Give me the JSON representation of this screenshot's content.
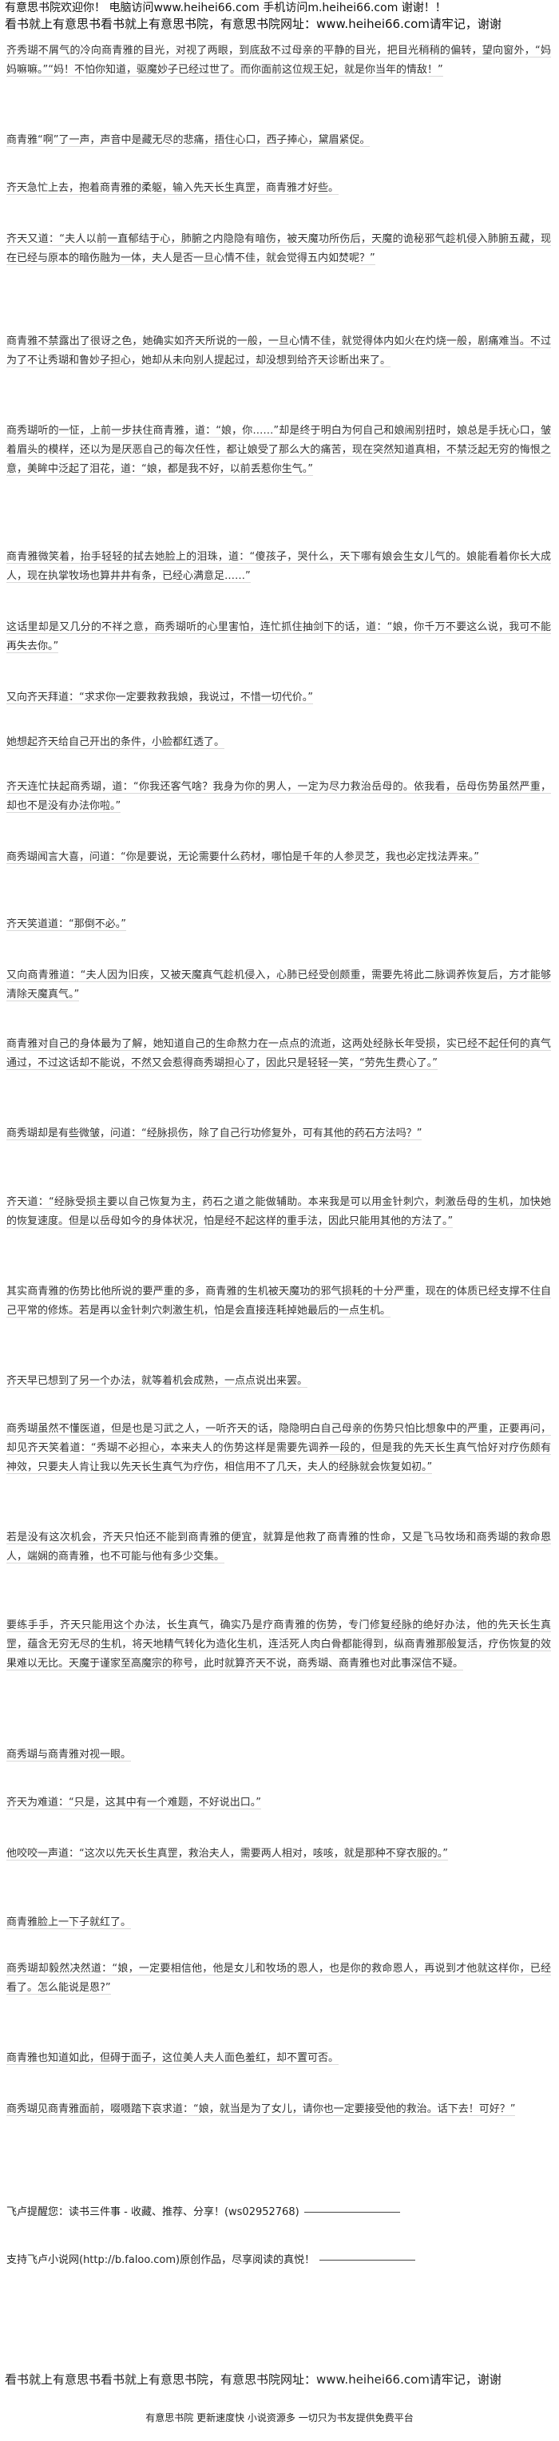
{
  "header": {
    "line1": "有意思书院欢迎你！ 电脑访问www.heihei66.com 手机访问m.heihei66.com 谢谢！！",
    "line2": "看书就上有意思书看书就上有意思书院，有意思书院网址：www.heihei66.com请牢记，谢谢"
  },
  "paragraphs": [
    "齐秀瑚不屑气的冷向商青雅的目光，对视了两眼，到底敌不过母亲的平静的目光，把目光稍稍的偏转，望向窗外，“妈妈嘛嘛。”“妈！不怕你知道，驱魔妙子已经过世了。而你面前这位规王妃，就是你当年的情敌！”",
    "商青雅“啊”了一声，声音中是藏无尽的悲痛，捂住心口，西子捧心，黛眉紧促。",
    "齐天急忙上去，抱着商青雅的柔躯，输入先天长生真罡，商青雅才好些。",
    "齐天又道：“夫人以前一直郁结于心，肺腑之内隐隐有暗伤，被天魔功所伤后，天魔的诡秘邪气趁机侵入肺腑五藏，现在已经与原本的暗伤融为一体，夫人是否一旦心情不佳，就会觉得五内如焚呢？”",
    "商青雅不禁露出了很讶之色，她确实如齐天所说的一般，一旦心情不佳，就觉得体内如火在灼烧一般，剧痛难当。不过为了不让秀瑚和鲁妙子担心，她却从未向别人提起过，却没想到给齐天诊断出来了。",
    "商秀瑚听的一怔，上前一步扶住商青雅，道：“娘，你……”却是终于明白为何自己和娘闹别扭时，娘总是手抚心口，皱着眉头的模样，还以为是厌恶自己的每次任性，都让娘受了那么大的痛苦，现在突然知道真相，不禁泛起无穷的悔恨之意，美眸中泛起了泪花，道：“娘，都是我不好，以前丢惹你生气。”",
    "商青雅微笑着，抬手轻轻的拭去她脸上的泪珠，道：“傻孩子，哭什么，天下哪有娘会生女儿气的。娘能看着你长大成人，现在执掌牧场也算井井有条，已经心满意足……”",
    "这话里却是又几分的不祥之意，商秀瑚听的心里害怕，连忙抓住抽剑下的话，道：“娘，你千万不要这么说，我可不能再失去你。”",
    "又向齐天拜道：“求求你一定要救救我娘，我说过，不惜一切代价。”",
    "她想起齐天给自己开出的条件，小脸都红透了。",
    "齐天连忙扶起商秀瑚，道：“你我还客气啥？我身为你的男人，一定为尽力救治岳母的。依我看，岳母伤势虽然严重，却也不是没有办法你啦。”",
    "商秀瑚闻言大喜，问道：“你是要说，无论需要什么药材，哪怕是千年的人参灵芝，我也必定找法弄来。”",
    "齐天笑道道：“那倒不必。”",
    "又向商青雅道：“夫人因为旧疾，又被天魔真气趁机侵入，心肺已经受创颇重，需要先将此二脉调养恢复后，方才能够清除天魔真气。”",
    "商青雅对自己的身体最为了解，她知道自己的生命熬力在一点点的流逝，这两处经脉长年受损，实已经不起任何的真气通过，不过这话却不能说，不然又会惹得商秀瑚担心了，因此只是轻轻一笑，“劳先生费心了。”",
    "商秀瑚却是有些微皱，问道：“经脉损伤，除了自己行功修复外，可有其他的药石方法吗？”",
    "齐天道：“经脉受损主要以自己恢复为主，药石之道之能做辅助。本来我是可以用金针刺穴，刺激岳母的生机，加快她的恢复速度。但是以岳母如今的身体状况，怕是经不起这样的重手法，因此只能用其他的方法了。”",
    "其实商青雅的伤势比他所说的要严重的多，商青雅的生机被天魔功的邪气损耗的十分严重，现在的体质已经支撑不住自己平常的修炼。若是再以金针刺穴刺激生机，怕是会直接连耗掉她最后的一点生机。",
    "齐天早已想到了另一个办法，就等着机会成熟，一点点说出来罢。",
    "商秀瑚虽然不懂医道，但是也是习武之人，一听齐天的话，隐隐明白自己母亲的伤势只怕比想象中的严重，正要再问，却见齐天笑着道：“秀瑚不必担心，本来夫人的伤势这样是需要先调养一段的，但是我的先天长生真气恰好对疗伤颇有神效，只要夫人肯让我以先天长生真气为疗伤，相信用不了几天，夫人的经脉就会恢复如初。”",
    "若是没有这次机会，齐天只怕还不能到商青雅的便宜，就算是他救了商青雅的性命，又是飞马牧场和商秀瑚的救命恩人，端娴的商青雅，也不可能与他有多少交集。",
    "要练手手，齐天只能用这个办法，长生真气，确实乃是疗商青雅的伤势，专门修复经脉的绝好办法，他的先天长生真罡，蕴含无穷无尽的生机，将天地精气转化为造化生机，连活死人肉白骨都能得到，纵商青雅那般复活，疗伤恢复的效果难以无比。天魔于谨家至高魔宗的称号，此时就算齐天不说，商秀瑚、商青雅也对此事深信不疑。",
    "商秀瑚与商青雅对视一眼。",
    "齐天为难道：“只是，这其中有一个难题，不好说出口。”",
    "他咬咬一声道：“这次以先天长生真罡，救治夫人，需要两人相对，咳咳，就是那种不穿衣服的。”",
    "商青雅脸上一下子就红了。",
    "商秀瑚却毅然决然道：“娘，一定要相信他，他是女儿和牧场的恩人，也是你的救命恩人，再说到才他就这样你，已经看了。怎么能说是恩?”",
    "商青雅也知道如此，但碍于面子，这位美人夫人面色羞红，却不置可否。",
    "商秀瑚见商青雅面前，啜嗫踏下哀求道：“娘，就当是为了女儿，请你也一定要接受他的救治。话下去！可好？”"
  ],
  "ad": {
    "line1": "飞卢提醒您：读书三件事 - 收藏、推荐、分享！(ws02952768)",
    "line2": "支持飞卢小说网(http://b.faloo.com)原创作品，尽享阅读的真悦！"
  },
  "footer": {
    "line": "看书就上有意思书看书就上有意思书院，有意思书院网址：www.heihei66.com请牢记，谢谢",
    "tagline": "有意思书院 更新速度快 小说资源多 一切只为书友提供免费平台"
  }
}
